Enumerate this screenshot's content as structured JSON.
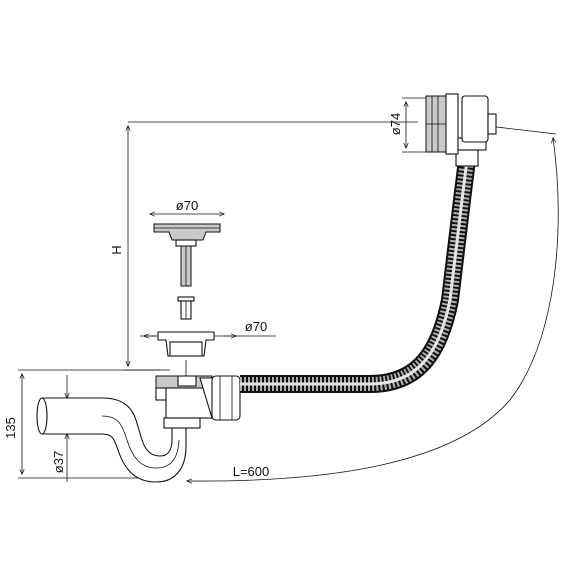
{
  "labels": {
    "d74": "ø74",
    "d70_top": "ø70",
    "d70_plug": "ø70",
    "height": "H",
    "h135": "135",
    "d37": "ø37",
    "length": "L=600"
  }
}
